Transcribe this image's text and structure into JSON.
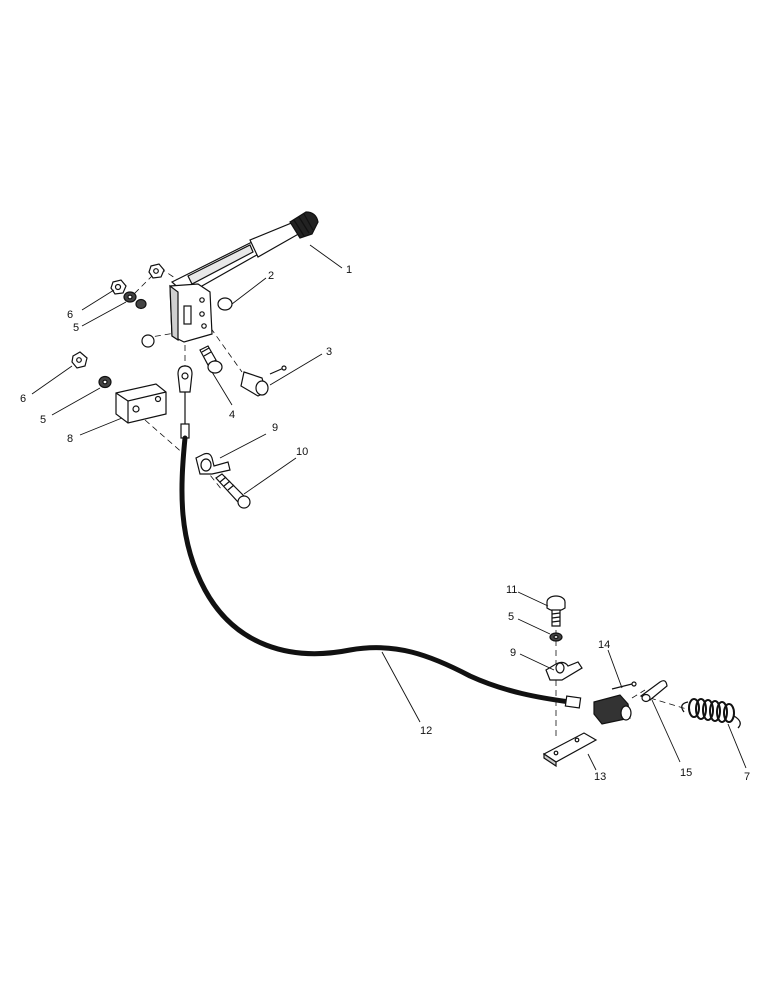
{
  "diagram": {
    "callouts": {
      "c1": "1",
      "c2": "2",
      "c3": "3",
      "c4": "4",
      "c5a": "5",
      "c5b": "5",
      "c5c": "5",
      "c6a": "6",
      "c6b": "6",
      "c7": "7",
      "c8": "8",
      "c9a": "9",
      "c9b": "9",
      "c10": "10",
      "c11": "11",
      "c12": "12",
      "c13": "13",
      "c14": "14",
      "c15": "15"
    },
    "colors": {
      "ink": "#111111",
      "background": "#ffffff"
    }
  }
}
